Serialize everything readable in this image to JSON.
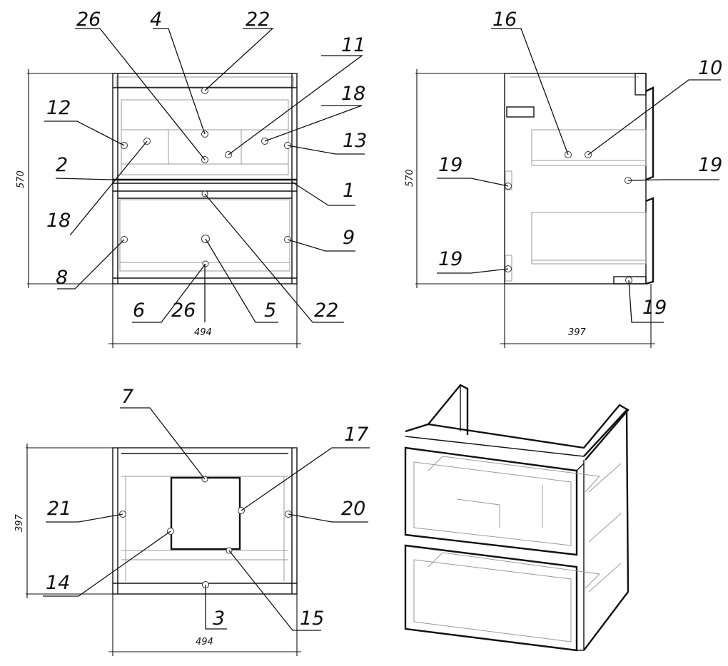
{
  "views": {
    "front": {
      "height_dim": "570",
      "width_dim": "494",
      "callouts": [
        "26",
        "4",
        "22",
        "11",
        "18",
        "12",
        "13",
        "2",
        "1",
        "18",
        "9",
        "8",
        "6",
        "26",
        "5",
        "22"
      ]
    },
    "side": {
      "height_dim": "570",
      "depth_dim": "397",
      "callouts": [
        "16",
        "10",
        "19",
        "19",
        "19",
        "19"
      ]
    },
    "top": {
      "depth_dim": "397",
      "width_dim": "494",
      "callouts": [
        "7",
        "17",
        "21",
        "20",
        "14",
        "3",
        "15"
      ]
    }
  },
  "colors": {
    "line": "#111111",
    "hidden_line": "#9a9a9a",
    "background": "#ffffff"
  },
  "icons": [
    "hardware-hole-icon"
  ]
}
